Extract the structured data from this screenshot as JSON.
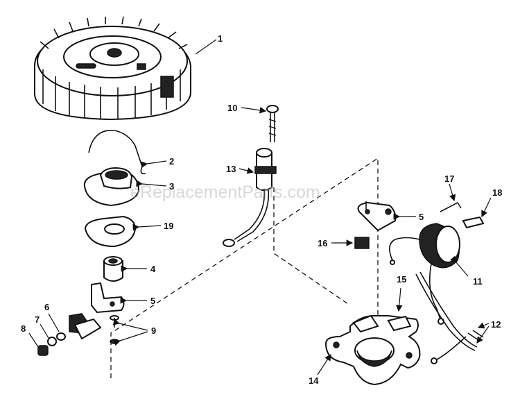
{
  "watermark": "eReplacementParts.com",
  "callouts": [
    "1",
    "2",
    "3",
    "19",
    "4",
    "5",
    "6",
    "7",
    "8",
    "9",
    "10",
    "13",
    "16",
    "5",
    "17",
    "18",
    "11",
    "12",
    "15",
    "14"
  ]
}
